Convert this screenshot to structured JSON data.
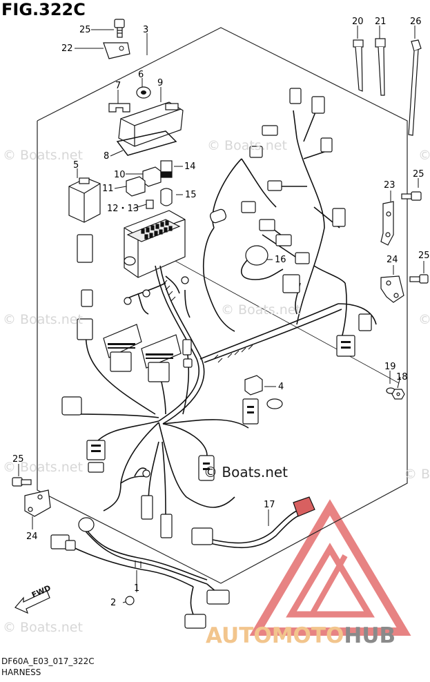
{
  "figure": {
    "title": "FIG.322C",
    "code": "DF60A_E03_017_322C",
    "name": "HARNESS"
  },
  "watermarks": {
    "text": "© Boats.net",
    "strong": "© Boats.net"
  },
  "brand": {
    "part1": "AUTOMOTO",
    "part2": "HUB",
    "color1": "#f2c58d",
    "color2": "#8a8a8a",
    "logo_color": "#e05a5a"
  },
  "direction_tag": "FWD",
  "callouts": [
    "1",
    "2",
    "3",
    "4",
    "5",
    "6",
    "7",
    "8",
    "9",
    "10",
    "11",
    "12・13",
    "14",
    "15",
    "16",
    "17",
    "18",
    "19",
    "20",
    "21",
    "22",
    "23",
    "24",
    "25",
    "26"
  ]
}
